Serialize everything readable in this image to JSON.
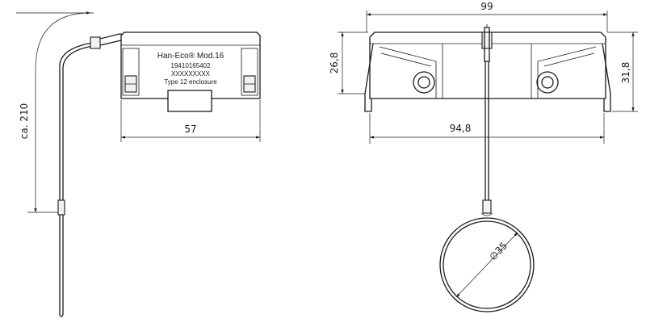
{
  "dimensions": {
    "cable_length": "ca. 210",
    "side_width": "57",
    "top_width": "99",
    "inner_width": "94,8",
    "height_small": "26,8",
    "height_total": "31,8",
    "loop_diameter": "∅35"
  },
  "label": {
    "line1": "Han-Eco® Mod.16",
    "line2": "19410165402",
    "line3": "XXXXXXXXX",
    "line4": "Type 12 enclosure"
  }
}
